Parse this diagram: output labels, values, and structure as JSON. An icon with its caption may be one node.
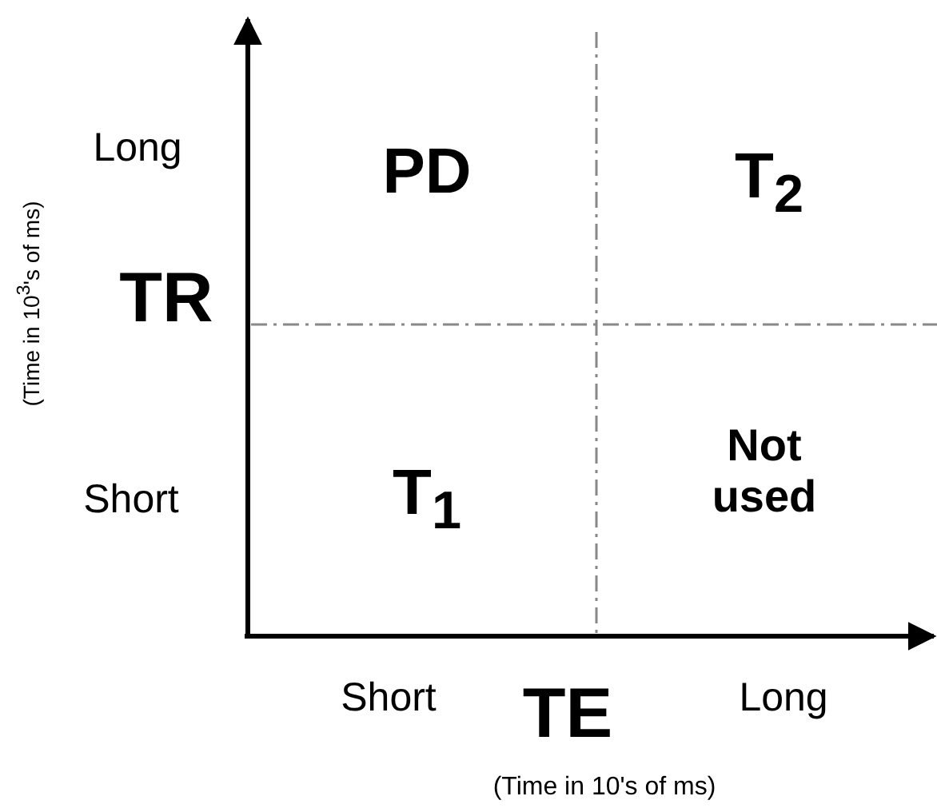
{
  "diagram": {
    "labels": [
      "Long",
      "PD",
      "T$_{2}$",
      "TR",
      "(Time in 10$^{3}$'s of ms)",
      "Short",
      "T$_{1}$",
      "Not used",
      "Short",
      "TE",
      "Long",
      "(Time in 10's of ms)"
    ]
  }
}
